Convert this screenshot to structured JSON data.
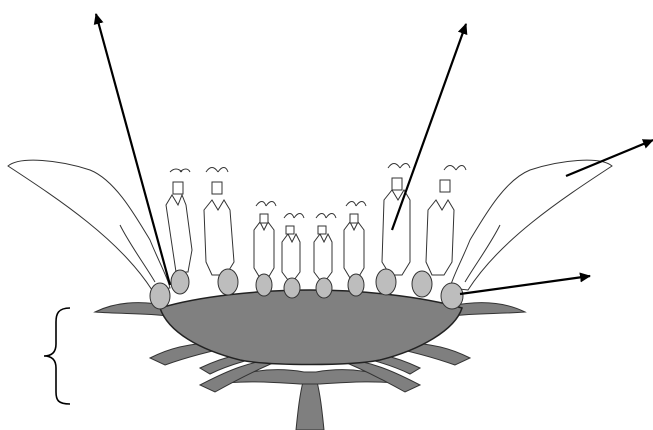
{
  "diagram": {
    "subject": "flower-head",
    "colors": {
      "background": "#ffffff",
      "ink": "#000000",
      "receptacle_fill": "#808080",
      "bract_fill": "#7f7f7f",
      "ovary_fill": "#bdbdbd",
      "petal_fill": "#ffffff"
    },
    "label_arrows": [
      {
        "id": "arrow-outer-left",
        "target": "ray-floret-ovary"
      },
      {
        "id": "arrow-top-center",
        "target": "disc-floret"
      },
      {
        "id": "arrow-right-ray",
        "target": "ray-floret-petal"
      },
      {
        "id": "arrow-right-ovary",
        "target": "disc-floret-ovary"
      }
    ],
    "bracket": {
      "target": "involucre-bracts"
    }
  }
}
